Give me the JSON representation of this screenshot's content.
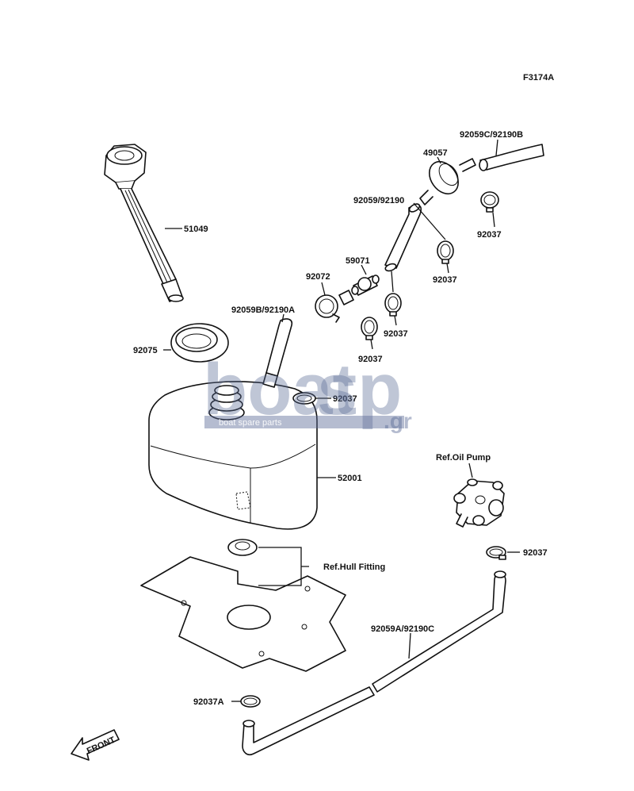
{
  "diagram": {
    "code": "F3174A",
    "parts": {
      "filler_gauge": "51049",
      "grommet": "92075",
      "oil_tank": "52001",
      "check_valve": "49057",
      "hose_top": "92059C/92190B",
      "hose_mid": "92059/92190",
      "hose_small": "92059B/92190A",
      "hose_long": "92059A/92190C",
      "joint": "59071",
      "clip_band": "92072",
      "clamp": "92037",
      "clamp_a": "92037A"
    },
    "refs": {
      "oil_pump": "Ref.Oil Pump",
      "hull_fitting": "Ref.Hull Fitting"
    },
    "front_label": "FRONT"
  },
  "watermark": {
    "brand_left": "boat",
    "brand_right": "sp",
    "domain": ".gr",
    "tagline": "boat spare parts"
  }
}
